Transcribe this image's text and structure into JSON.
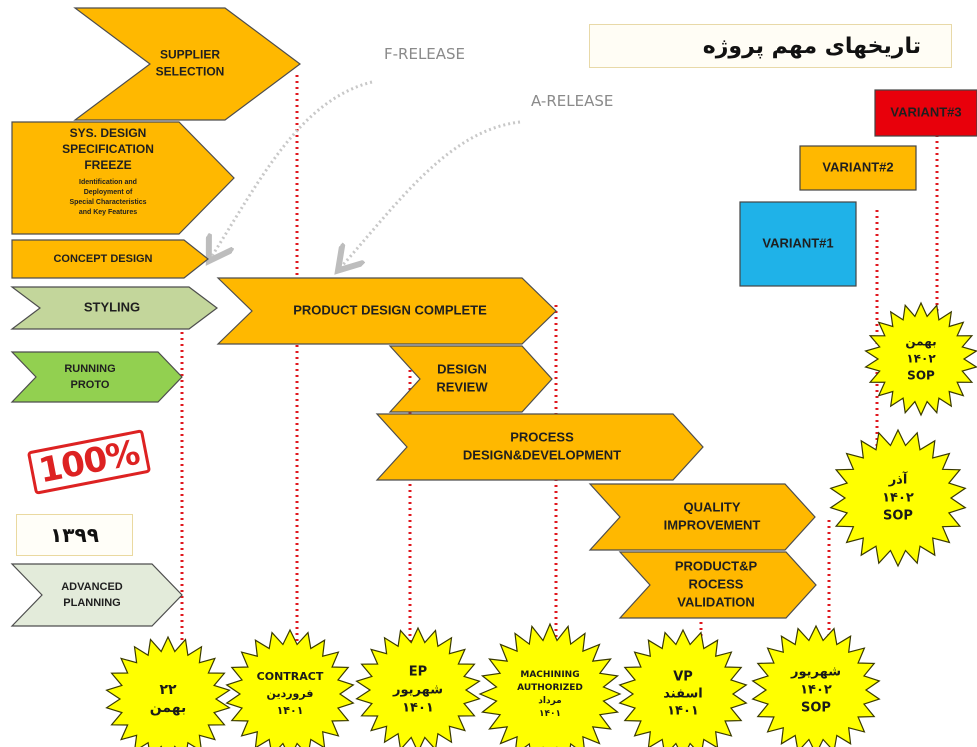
{
  "title": "تاریخهای مهم پروژه",
  "release_labels": {
    "f_release": "F-RELEASE",
    "a_release": "A-RELEASE"
  },
  "year": "۱۳۹۹",
  "stamp": "100%",
  "colors": {
    "orange": "#FFB800",
    "light_green": "#C3D69B",
    "green": "#92D050",
    "pale_gray": "#E3EBDA",
    "blue": "#1FB2E8",
    "red": "#E8000B",
    "star_yellow": "#FFFF00",
    "dotted_line": "#E0181F"
  },
  "chevrons": {
    "supplier_selection": [
      "SUPPLIER",
      "SELECTION"
    ],
    "sys_design": [
      "SYS. DESIGN",
      "SPECIFICATION",
      "FREEZE"
    ],
    "sys_design_note": [
      "Identification and",
      "Deployment of",
      "Special Characteristics",
      "and Key Features"
    ],
    "concept_design": [
      "CONCEPT DESIGN"
    ],
    "styling": [
      "STYLING"
    ],
    "running_proto": [
      "RUNNING",
      "PROTO"
    ],
    "advanced_planning": [
      "ADVANCED",
      "PLANNING"
    ],
    "product_design_complete": [
      "PRODUCT DESIGN COMPLETE"
    ],
    "design_review": [
      "DESIGN",
      "REVIEW"
    ],
    "process_design": [
      "PROCESS",
      "DESIGN&DEVELOPMENT"
    ],
    "quality_improvement": [
      "QUALITY",
      "IMPROVEMENT"
    ],
    "product_process_validation": [
      "PRODUCT&P",
      "ROCESS",
      "VALIDATION"
    ]
  },
  "variants": [
    "VARIANT#1",
    "VARIANT#2",
    "VARIANT#3"
  ],
  "milestones": {
    "m1": [
      "۲۲",
      "بهمن"
    ],
    "m2": [
      "CONTRACT",
      "فروردین",
      "۱۴۰۱"
    ],
    "m3": [
      "EP",
      "شهریور",
      "۱۴۰۱"
    ],
    "m4": [
      "MACHINING",
      "AUTHORIZED",
      "مرداد",
      "۱۴۰۱"
    ],
    "m5": [
      "VP",
      "اسفند",
      "۱۴۰۱"
    ],
    "m6": [
      "شهریور",
      "۱۴۰۲",
      "SOP"
    ],
    "m7": [
      "آذر",
      "۱۴۰۲",
      "SOP"
    ],
    "m8": [
      "بهمن",
      "۱۴۰۲",
      "SOP"
    ]
  }
}
